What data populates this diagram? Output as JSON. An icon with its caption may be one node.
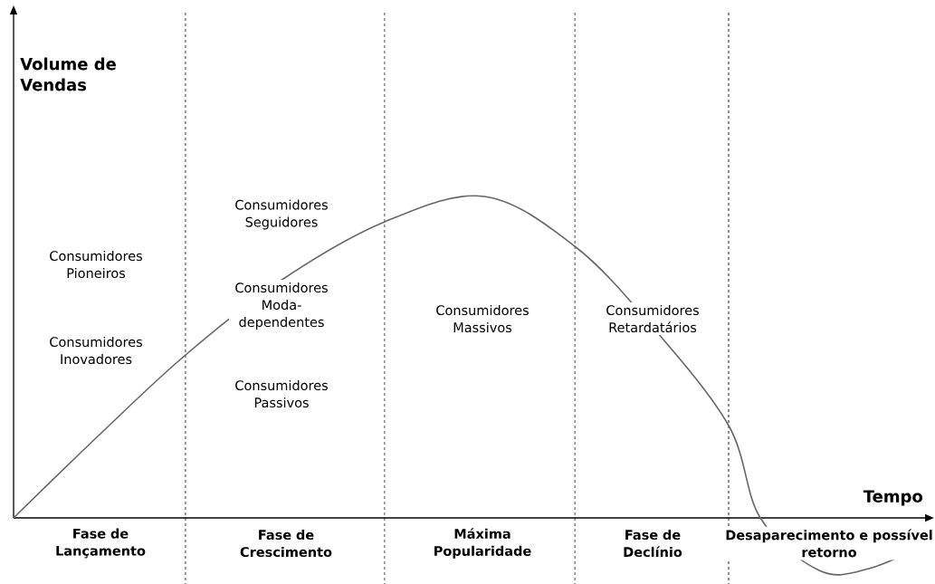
{
  "diagram": {
    "labels": [
      "Volume de Vendas",
      "Consumidores Pioneiros",
      "Consumidores Inovadores",
      "Consumidores Seguidores",
      "Consumidores Moda-dependentes",
      "Consumidores Passivos",
      "Consumidores Massivos",
      "Consumidores Retardatários",
      "Tempo",
      "Fase de Lançamento",
      "Fase de Crescimento",
      "Máxima Popularidade",
      "Fase de Declínio",
      "Desaparecimento e possível retorno"
    ]
  }
}
